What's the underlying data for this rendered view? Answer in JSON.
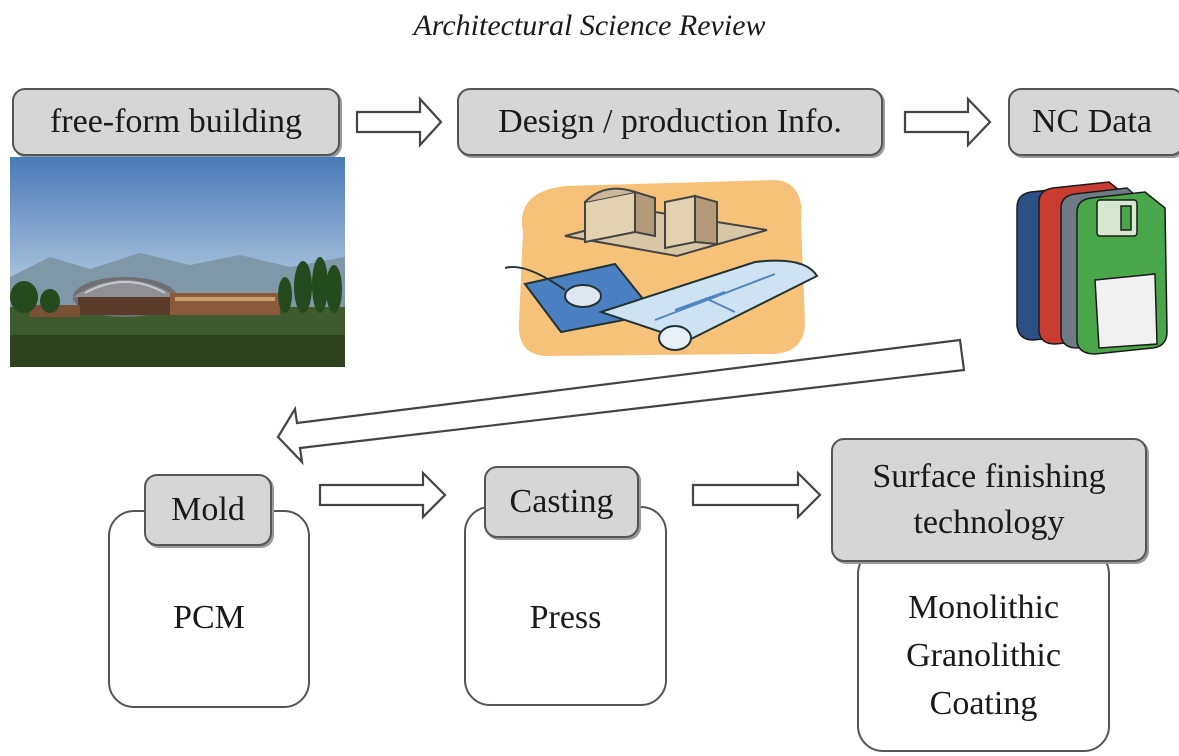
{
  "header": {
    "title": "Architectural Science Review"
  },
  "stages_top": [
    {
      "label": "free-form building"
    },
    {
      "label": "Design / production Info."
    },
    {
      "label": "NC Data"
    }
  ],
  "stages_bottom": [
    {
      "label": "Mold",
      "detail": "PCM"
    },
    {
      "label": "Casting",
      "detail": "Press"
    },
    {
      "label": "Surface finishing technology",
      "details": [
        "Monolithic",
        "Granolithic",
        "Coating"
      ]
    }
  ],
  "images": [
    "building-photo",
    "design-clipart",
    "floppy-disks-icon"
  ]
}
